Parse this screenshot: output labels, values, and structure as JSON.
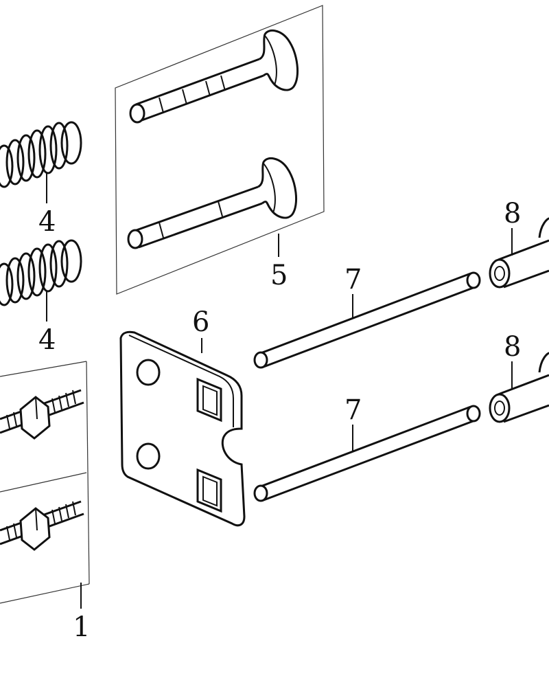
{
  "labels": {
    "spring_upper": "4",
    "spring_lower": "4",
    "valves": "5",
    "plate": "6",
    "pushrod_upper": "7",
    "pushrod_lower": "7",
    "tappet_upper": "8",
    "tappet_lower": "8",
    "studs": "1"
  }
}
